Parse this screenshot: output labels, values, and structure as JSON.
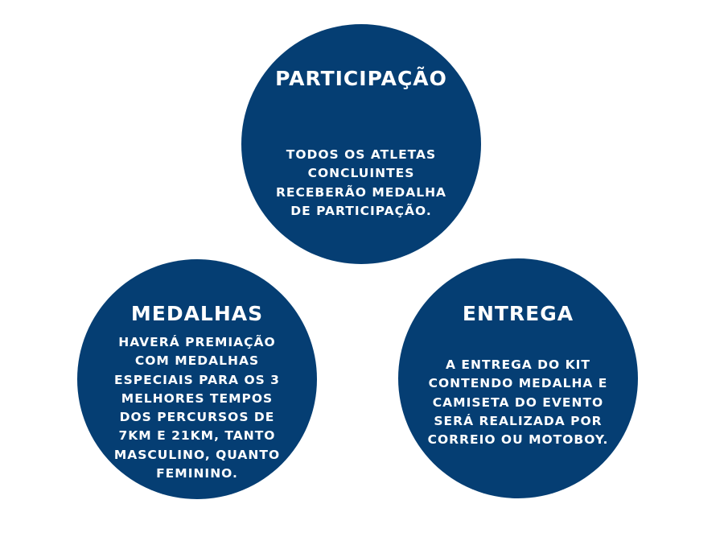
{
  "colors": {
    "circle_fill": "#053e73",
    "text": "#ffffff",
    "background": "#ffffff"
  },
  "cards": [
    {
      "title": "PARTICIPAÇÃO",
      "body": "TODOS OS ATLETAS\nCONCLUINTES\nRECEBERÃO MEDALHA\nDE PARTICIPAÇÃO."
    },
    {
      "title": "MEDALHAS",
      "body": "HAVERÁ PREMIAÇÃO\nCOM MEDALHAS\nESPECIAIS PARA OS 3\nMELHORES TEMPOS\nDOS PERCURSOS DE\n7KM E  21KM, TANTO\nMASCULINO, QUANTO\nFEMININO."
    },
    {
      "title": "ENTREGA",
      "body": "A ENTREGA DO KIT\nCONTENDO MEDALHA E\nCAMISETA DO EVENTO\nSERÁ REALIZADA POR\nCORREIO OU MOTOBOY."
    }
  ]
}
